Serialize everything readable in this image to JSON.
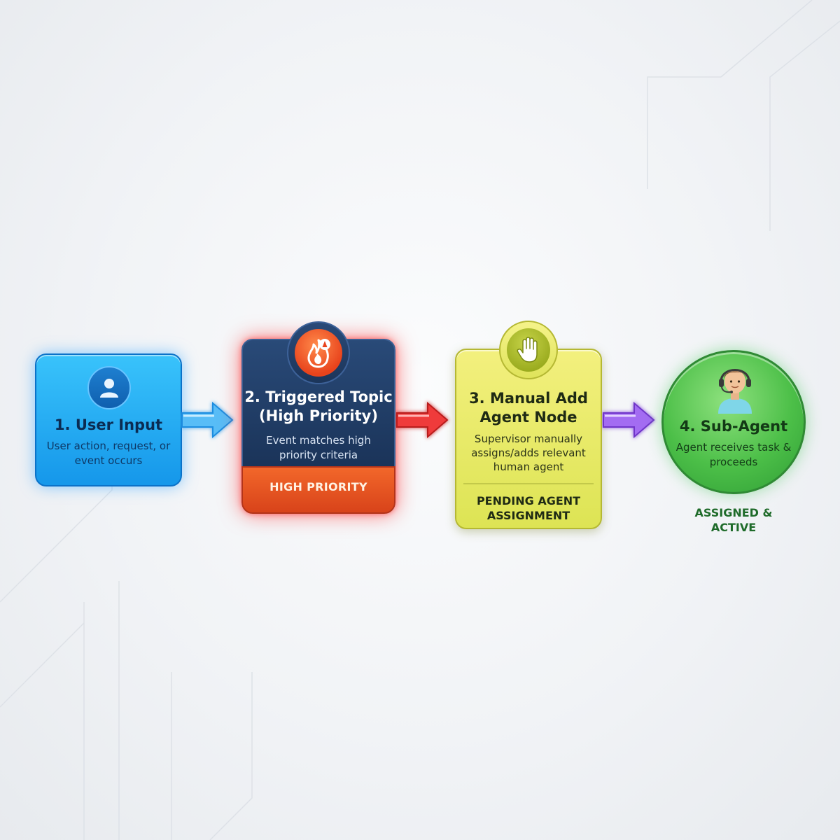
{
  "steps": [
    {
      "title": "1. User Input",
      "description": "User action, request, or event occurs",
      "icon": "user-icon",
      "color": "#1fa3f0"
    },
    {
      "title": "2. Triggered Topic (High Priority)",
      "description": "Event matches high priority criteria",
      "badge": "HIGH PRIORITY",
      "icon": "fire-alert-icon",
      "color": "#1f3a63",
      "badge_color": "#e8511f"
    },
    {
      "title": "3. Manual Add Agent Node",
      "description": "Supervisor manually assigns/adds relevant human agent",
      "badge": "PENDING AGENT ASSIGNMENT",
      "icon": "hand-icon",
      "color": "#e6e96a"
    },
    {
      "title": "4. Sub-Agent",
      "description": "Agent receives task & proceeds",
      "status": "ASSIGNED & ACTIVE",
      "icon": "headset-agent-icon",
      "color": "#4cbf48"
    }
  ],
  "connectors": [
    {
      "from": 1,
      "to": 2,
      "color": "#3aa8f5"
    },
    {
      "from": 2,
      "to": 3,
      "color": "#e83030"
    },
    {
      "from": 3,
      "to": 4,
      "color": "#9b5cf0"
    }
  ]
}
